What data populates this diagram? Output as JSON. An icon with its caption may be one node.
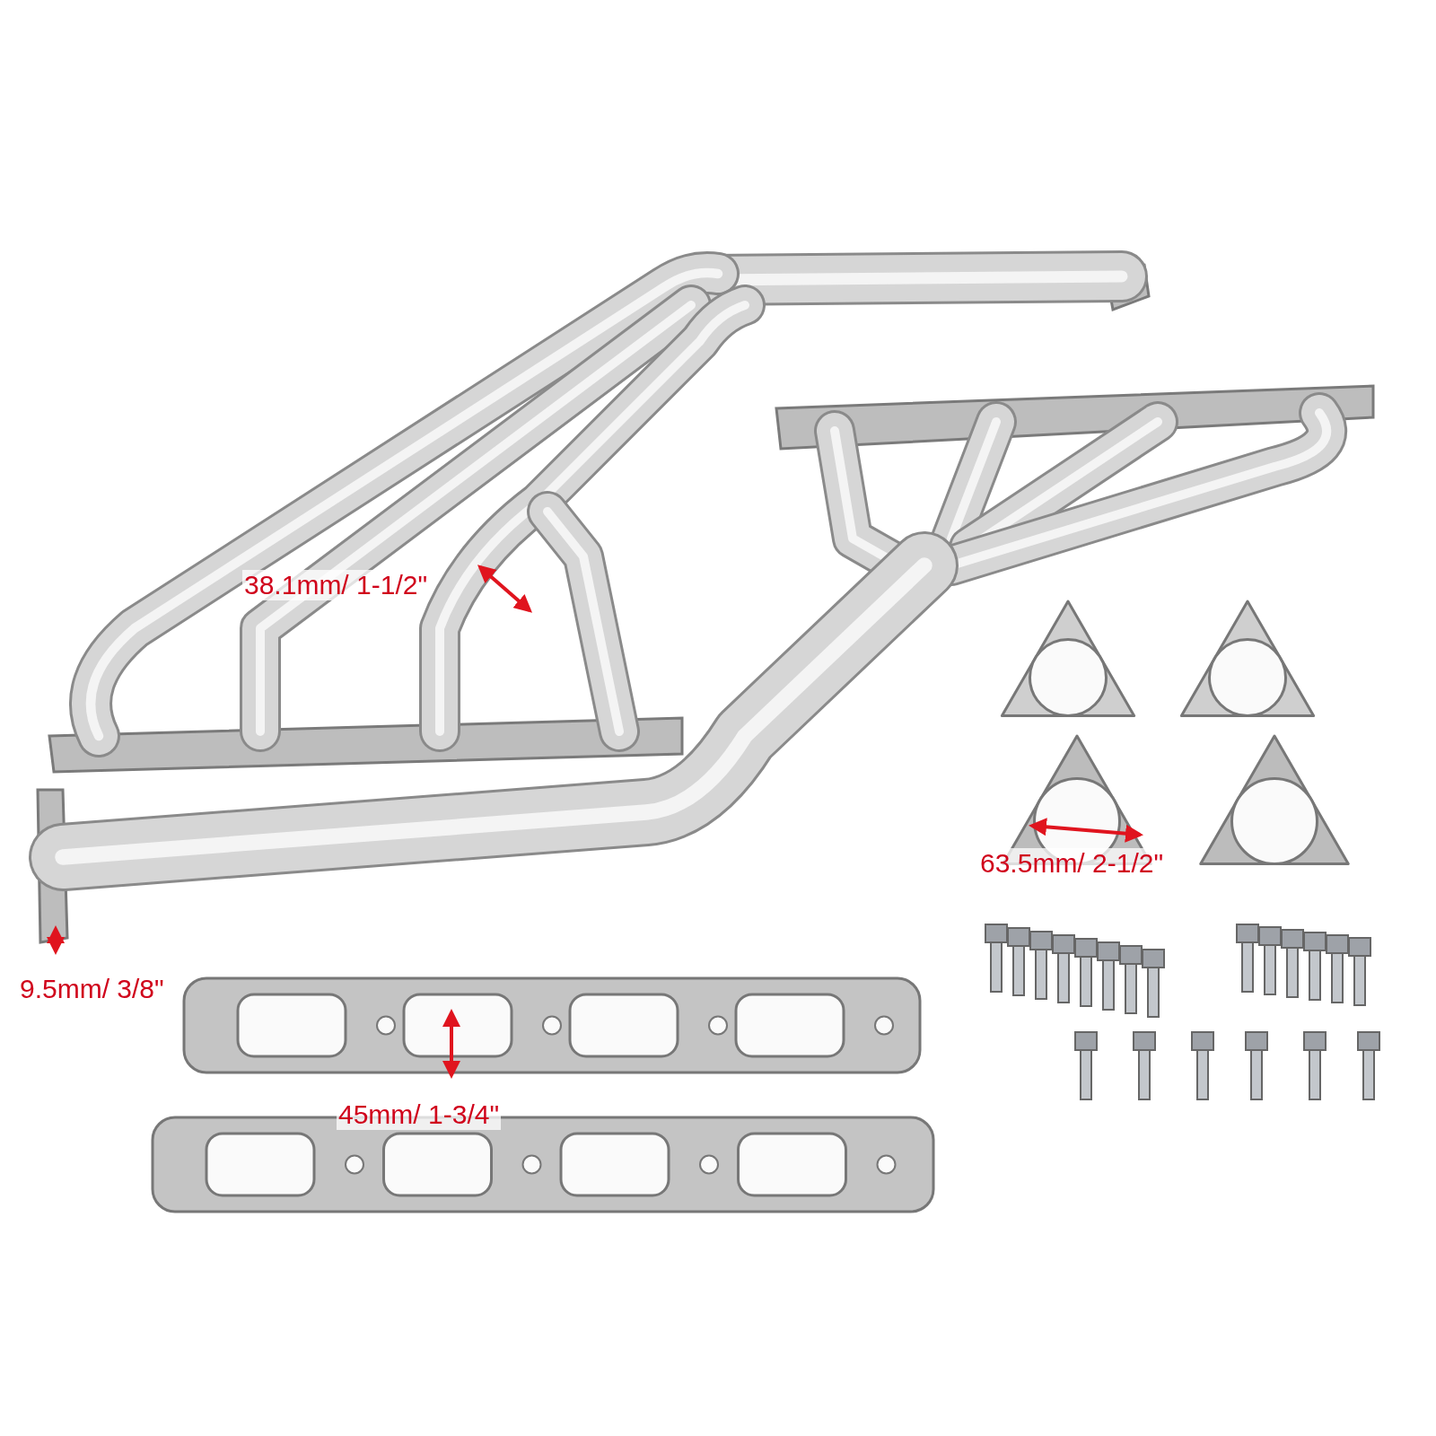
{
  "diagram": {
    "labels": [
      "38.1mm/ 1-1/2\"",
      "63.5mm/ 2-1/2\"",
      "9.5mm/ 3/8\"",
      "45mm/ 1-3/4\""
    ]
  }
}
